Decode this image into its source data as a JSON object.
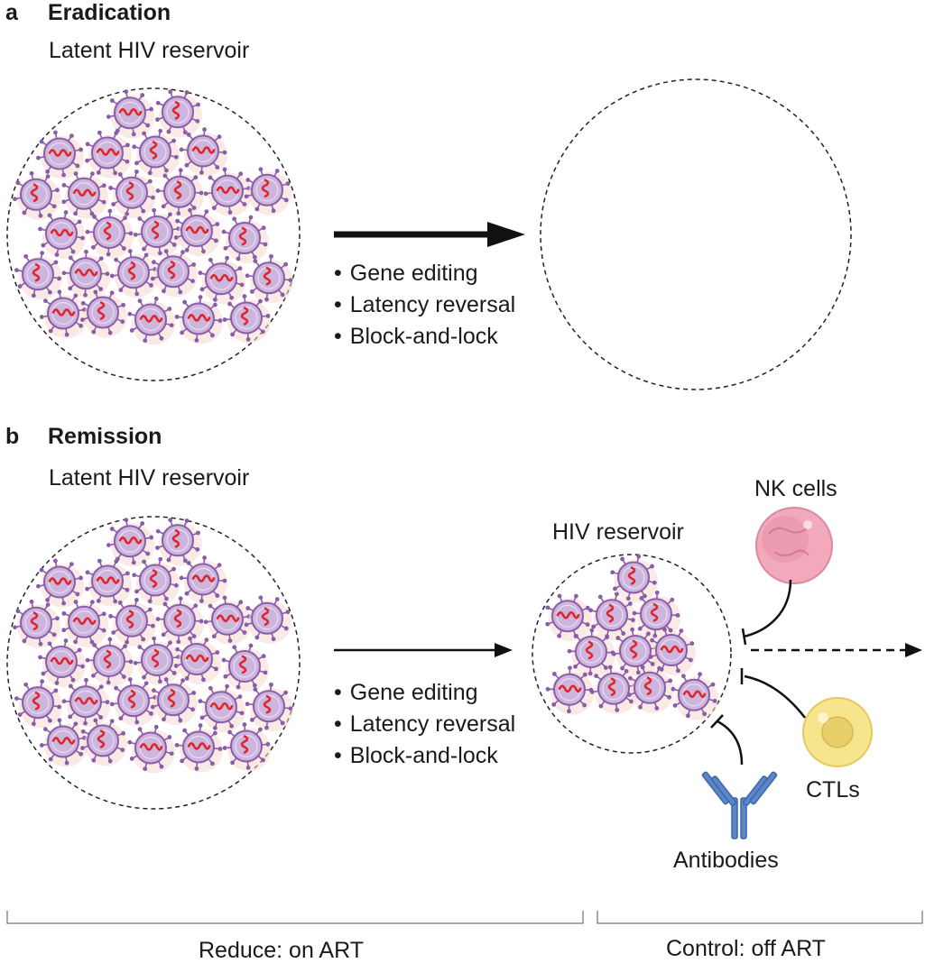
{
  "panel_a": {
    "letter": "a",
    "title": "Eradication",
    "reservoir_label": "Latent HIV reservoir",
    "strategies": [
      "Gene editing",
      "Latency reversal",
      "Block-and-lock"
    ]
  },
  "panel_b": {
    "letter": "b",
    "title": "Remission",
    "reservoir_label": "Latent HIV reservoir",
    "strategies": [
      "Gene editing",
      "Latency reversal",
      "Block-and-lock"
    ],
    "small_reservoir_label": "HIV reservoir",
    "effectors": {
      "nk": "NK cells",
      "ctl": "CTLs",
      "antibodies": "Antibodies"
    }
  },
  "phases": {
    "reduce": "Reduce: on ART",
    "control": "Control: off ART"
  },
  "colors": {
    "cell_fill": "#cdb6de",
    "cell_stroke": "#8a5da8",
    "rna": "#e0252a",
    "nk_fill": "#f0a6b8",
    "ctl_fill": "#f6e48a",
    "antibody": "#5b86c8",
    "arrow": "#111111"
  }
}
